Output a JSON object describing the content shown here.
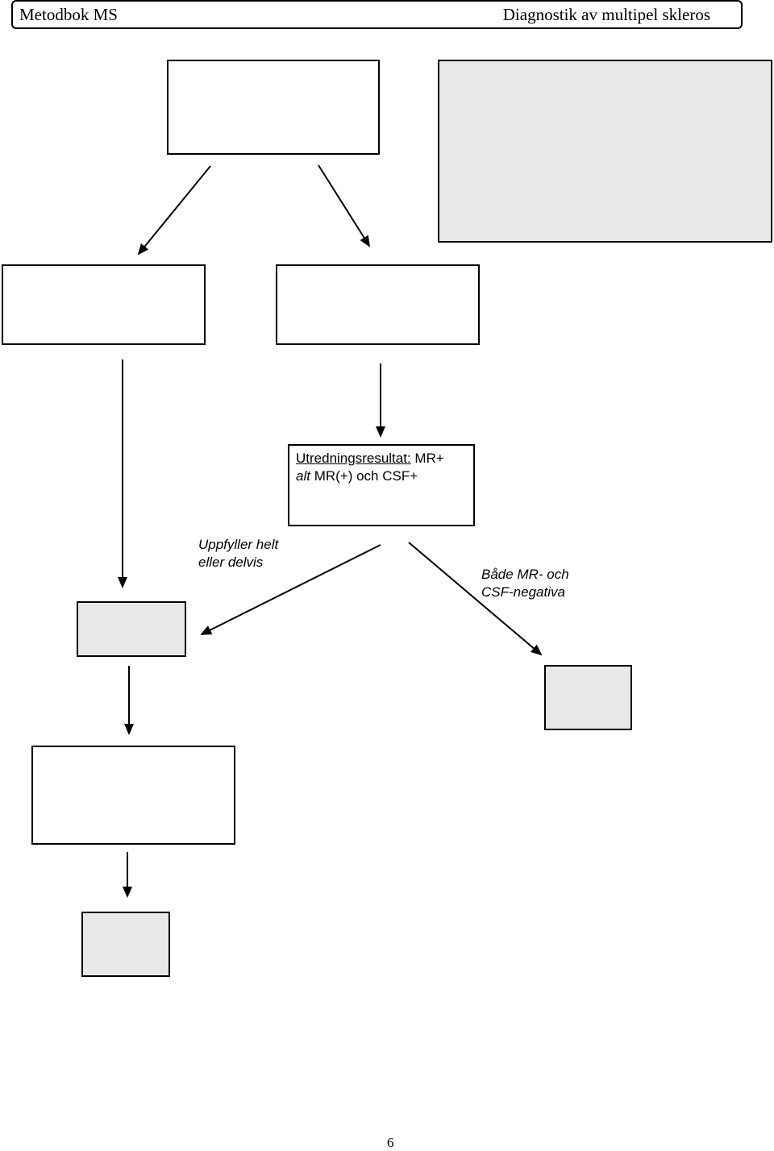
{
  "header": {
    "left": "Metodbok MS",
    "right": "Diagnostik av multipel skleros"
  },
  "result_box": {
    "label_underlined": "Utredningsresultat:",
    "label_rest": " MR+",
    "line2_italic": "alt",
    "line2_rest": " MR(+) och CSF+"
  },
  "branch_left_label": {
    "line1": "Uppfyller helt",
    "line2": "eller delvis"
  },
  "branch_right_label": {
    "line1": "Både MR- och",
    "line2": "CSF-negativa"
  },
  "page_number": "6"
}
